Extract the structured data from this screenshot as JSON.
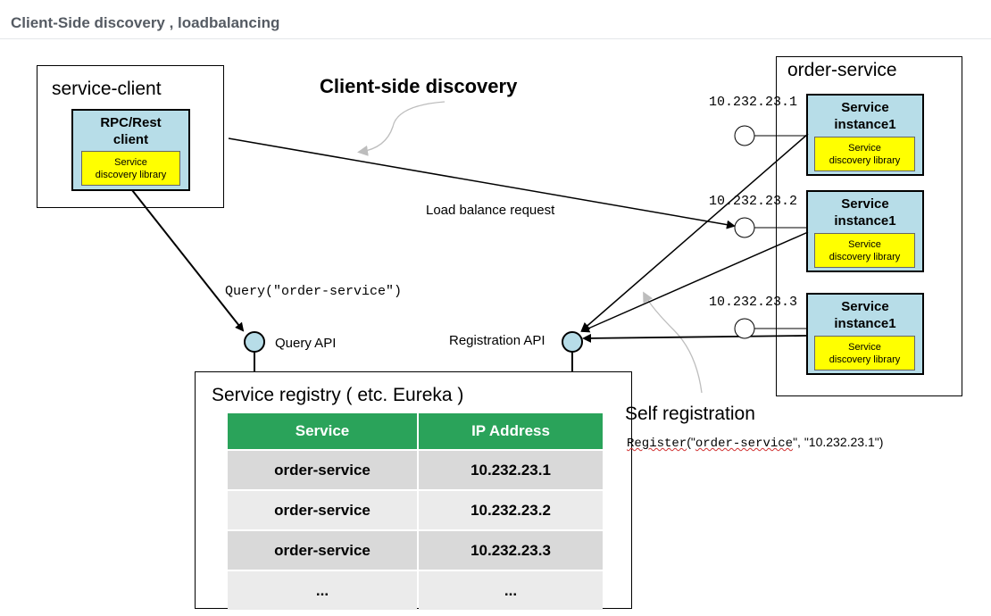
{
  "header": {
    "title": "Client-Side discovery , loadbalancing"
  },
  "diagram": {
    "title": "Client-side discovery",
    "service_client": {
      "title": "service-client",
      "rpc_label": "RPC/Rest\nclient",
      "library_label": "Service\ndiscovery library"
    },
    "order_service": {
      "title": "order-service",
      "instances": [
        {
          "ip": "10.232.23.1",
          "label": "Service\ninstance1",
          "library_label": "Service\ndiscovery library"
        },
        {
          "ip": "10.232.23.2",
          "label": "Service\ninstance1",
          "library_label": "Service\ndiscovery library"
        },
        {
          "ip": "10.232.23.3",
          "label": "Service\ninstance1",
          "library_label": "Service\ndiscovery library"
        }
      ]
    },
    "load_balance_label": "Load balance request",
    "query_call": "Query(\"order-service\")",
    "query_api_label": "Query API",
    "registration_api_label": "Registration API",
    "self_registration_label": "Self registration",
    "register_call": {
      "fn": "Register",
      "open": "(\"",
      "name": "order-service",
      "rest": "\", \"10.232.23.1\")"
    },
    "registry": {
      "title": "Service registry ( etc. Eureka )",
      "columns": [
        "Service",
        "IP Address"
      ],
      "rows": [
        [
          "order-service",
          "10.232.23.1"
        ],
        [
          "order-service",
          "10.232.23.2"
        ],
        [
          "order-service",
          "10.232.23.3"
        ],
        [
          "...",
          "..."
        ]
      ]
    }
  },
  "colors": {
    "blue_box": "#b7dde8",
    "yellow_box": "#ffff00",
    "table_header": "#2aa35a",
    "row_dark": "#d9d9d9",
    "row_light": "#ebebeb",
    "api_circle": "#b7dde8"
  }
}
